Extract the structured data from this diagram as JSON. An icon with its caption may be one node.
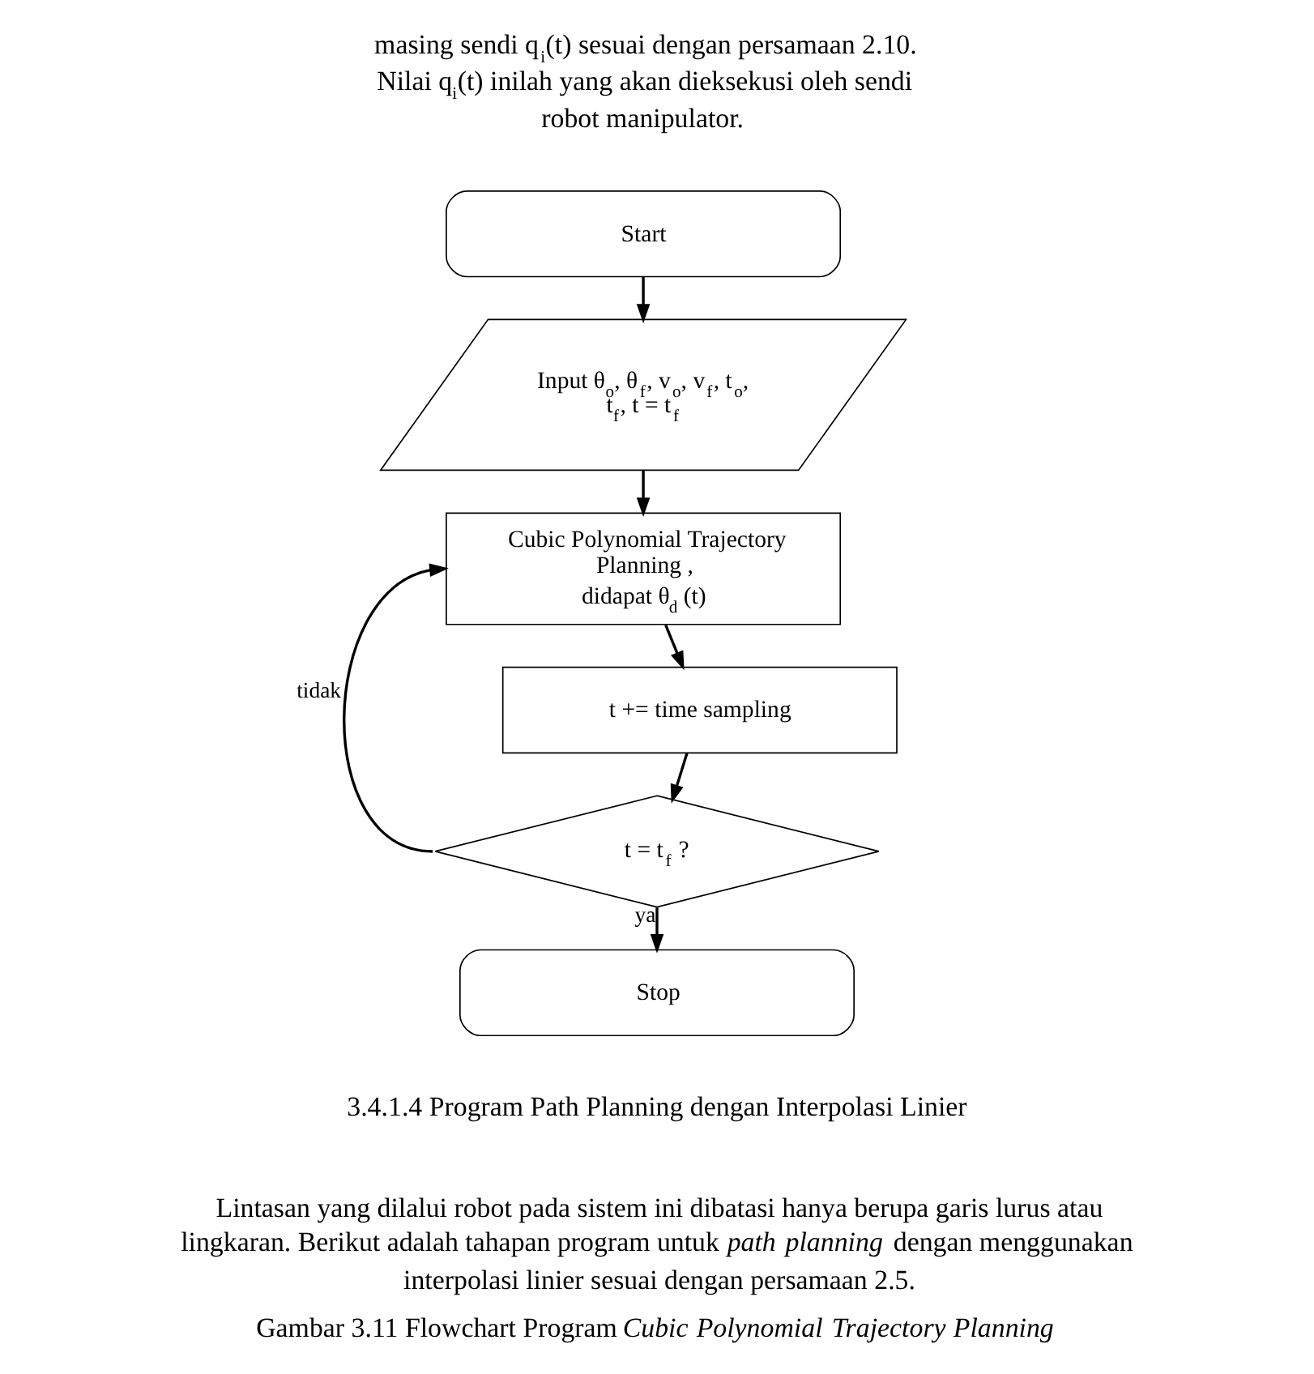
{
  "diagram": {
    "caption": "Gambar 3.11 Flowchart Program *Cubic Polynomial Trajectory Planning*",
    "nodes": [
      {
        "text": [
          "Start"
        ]
      },
      {
        "text": [
          "Input θ$_{o}$, θ$_{f}$, v$_{o}$, v$_{f}$, t$_{o}$, t$_{f}$, t = t$_{f}$"
        ]
      },
      {
        "text": [
          "Cubic Polynomial Trajectory Planning ,",
          "didapat θ$_{d}$ (t)"
        ]
      },
      {
        "text": [
          "t += time sampling"
        ]
      },
      {
        "text": [
          "t = t$_{f}$ ?"
        ]
      },
      {
        "text": [
          "Stop"
        ]
      }
    ],
    "edges": [
      {
        "from": 0,
        "to": 1,
        "arrow": "to"
      },
      {
        "from": 1,
        "to": 2,
        "arrow": "to"
      },
      {
        "from": 2,
        "to": 3,
        "arrow": "to"
      },
      {
        "from": 3,
        "to": 4,
        "arrow": "to"
      },
      {
        "from": 4,
        "to": 2,
        "arrow": "to",
        "label": "tidak"
      },
      {
        "from": 4,
        "to": 5,
        "arrow": "to",
        "label": "ya"
      }
    ],
    "labels": [
      "masing sendi q$_{i}$(t) sesuai dengan persamaan 2.10. Nilai q$_{i}$(t) inilah yang akan dieksekusi oleh sendi robot manipulator.",
      "3.4.1.4 Program Path Planning dengan Interpolasi Linier",
      "Lintasan yang dilalui robot pada sistem ini dibatasi hanya berupa garis lurus atau lingkaran. Berikut adalah tahapan program untuk *path planning* dengan menggunakan interpolasi linier sesuai dengan persamaan 2.5."
    ]
  }
}
